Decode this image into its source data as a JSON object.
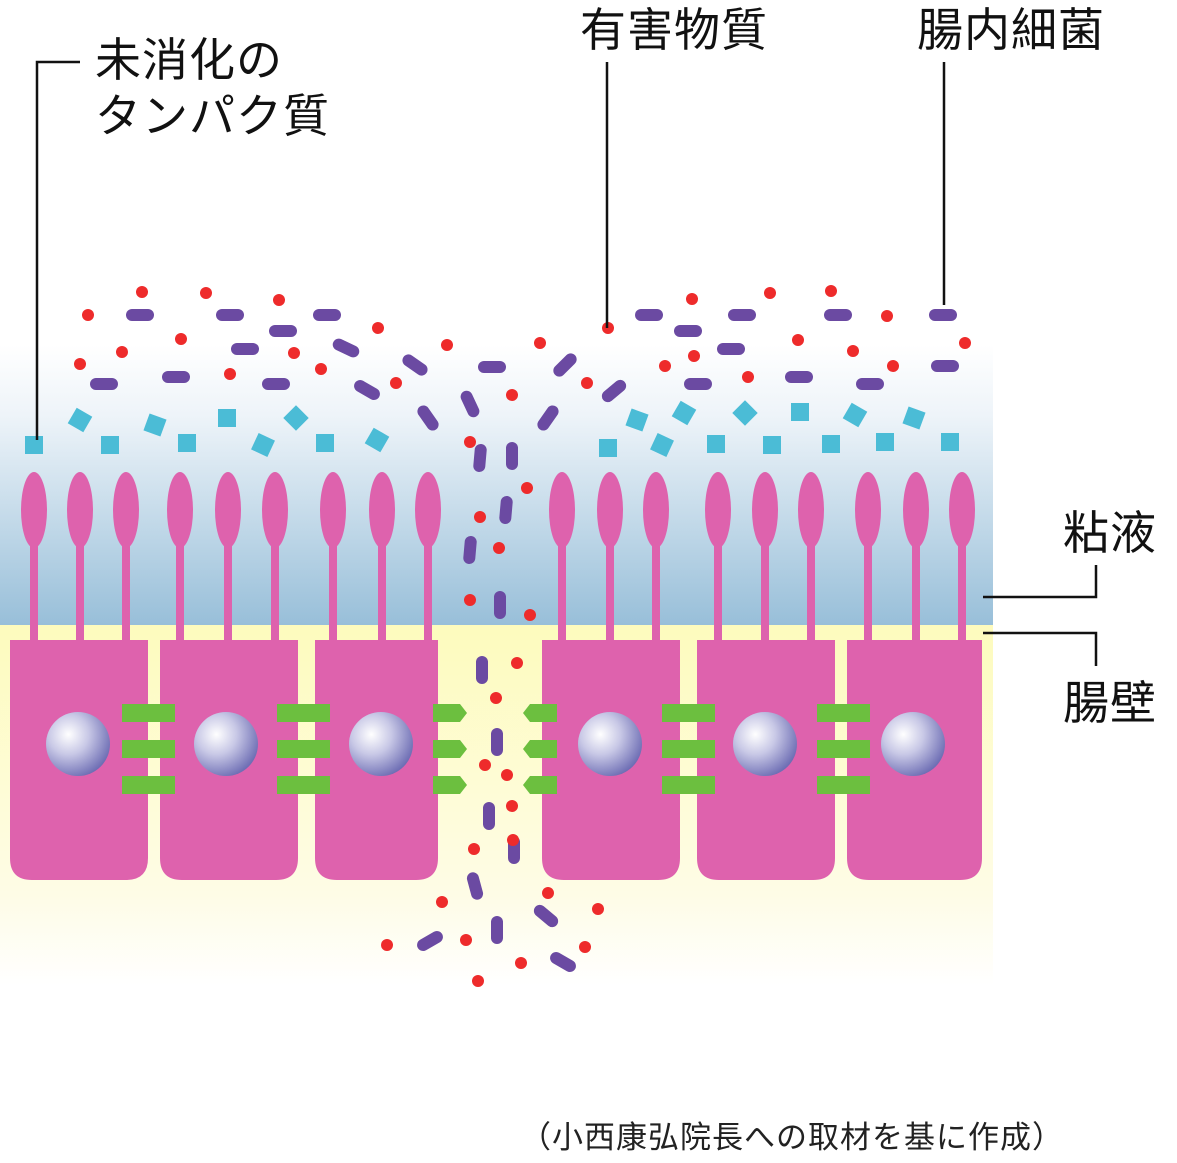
{
  "labels": {
    "undigested_line1": "未消化の",
    "undigested_line2": "タンパク質",
    "harmful": "有害物質",
    "bacteria": "腸内細菌",
    "mucus": "粘液",
    "wall": "腸壁"
  },
  "credit": "（小西康弘院長への取材を基に作成）",
  "colors": {
    "cell": "#de62ad",
    "mucus_top": "#ffffff",
    "mucus_bottom": "#99c0da",
    "wall_bg": "#fefcc4",
    "junction": "#6cbf3f",
    "nucleus": "#8888c8",
    "protein": "#4bbcd6",
    "harmful": "#ee2b2b",
    "bacteria": "#6b4aa2",
    "line": "#111111"
  }
}
